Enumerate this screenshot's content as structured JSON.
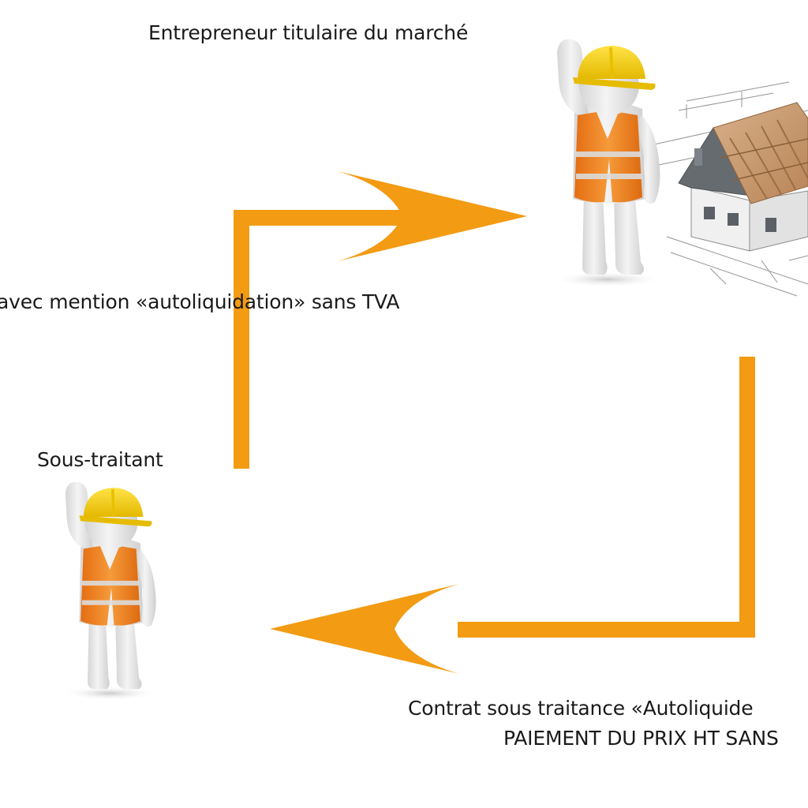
{
  "labels": {
    "main_contractor": "Entrepreneur titulaire du marché",
    "invoice_note": "avec mention «autoliquidation» sans TVA",
    "subcontractor": "Sous-traitant",
    "contract_line1": "Contrat sous traitance «Autoliquide",
    "contract_line2": "PAIEMENT DU PRIX HT SANS"
  },
  "icons": {
    "worker": "construction-worker-icon",
    "house": "house-blueprint-icon",
    "arrow": "flow-arrow-icon"
  },
  "colors": {
    "arrow": "#f29b13",
    "helmet": "#f5cf14",
    "vest": "#f07e22",
    "vest_stripe": "#d9d9d9",
    "figure": "#ececec",
    "figure_shadow": "#cfcfcf",
    "roof_gray": "#6b7074",
    "roof_wood": "#c99b6c",
    "house_wall": "#f1f1f1",
    "blueprint_line": "#6f6f6f"
  }
}
